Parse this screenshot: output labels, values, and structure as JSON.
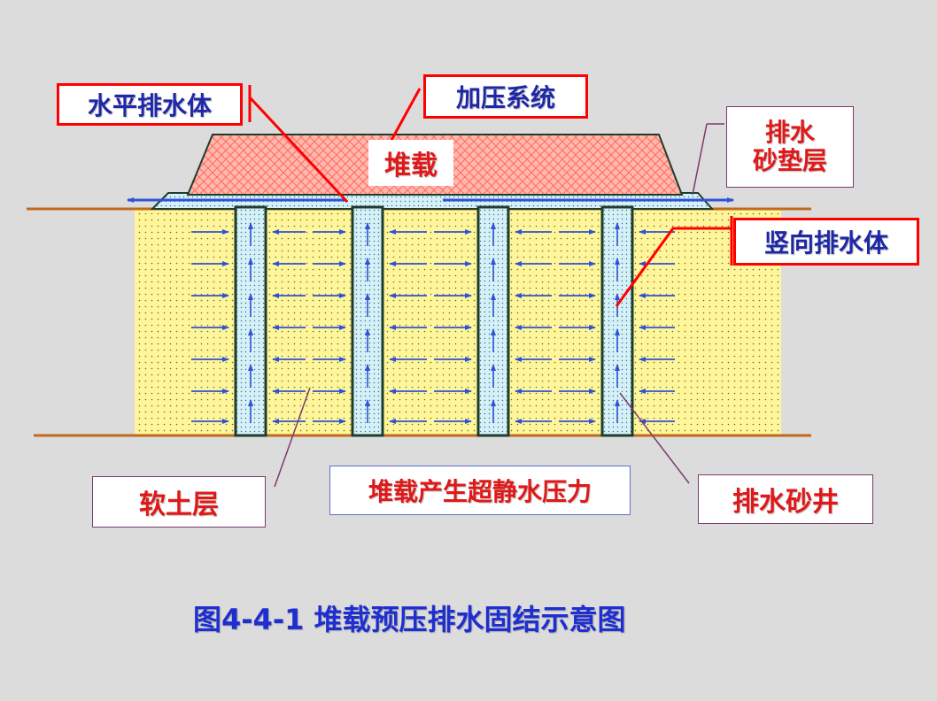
{
  "colors": {
    "background": "#dcdcdc",
    "soil_fill": "#fff59a",
    "drain_fill": "#d4f0f8",
    "drain_border": "#1f3d2c",
    "surcharge_fill": "#ffb8b0",
    "ground_line": "#c06a1a",
    "arrow": "#2f52d8",
    "leader_red": "#ff0000",
    "leader_plum": "#7a3a6e",
    "label_blue": "#1e28a6",
    "label_red": "#e01818",
    "title_blue": "#1e2ed0"
  },
  "labels": {
    "horizontal_drain": "水平排水体",
    "pressure_system": "加压系统",
    "surcharge": "堆载",
    "sand_cushion": "排水\n砂垫层",
    "vertical_drain": "竖向排水体",
    "soft_soil": "软土层",
    "pore_pressure": "堆载产生超静水压力",
    "sand_well": "排水砂井"
  },
  "caption": "图4-4-1  堆载预压排水固结示意图",
  "icons": {
    "flow_arrow": "arrow-icon"
  }
}
